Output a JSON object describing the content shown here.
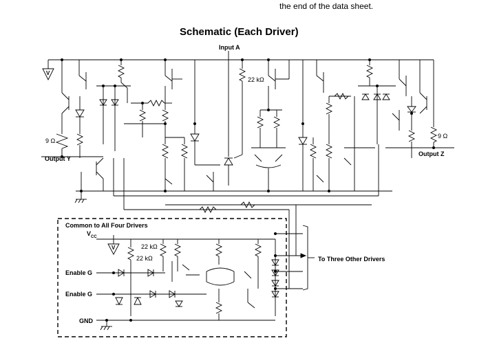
{
  "header_note": "the end of the data sheet.",
  "title": "Schematic (Each Driver)",
  "labels": {
    "input_a": "Input A",
    "output_y": "Output Y",
    "output_z": "Output Z",
    "res_9_left": "9 Ω",
    "res_9_right": "9 Ω",
    "res_22k_top": "22 kΩ",
    "res_22k_a": "22 kΩ",
    "res_22k_b": "22 kΩ",
    "common_box": "Common to All Four Drivers",
    "vcc": "V",
    "vcc_sub": "CC",
    "enable_g1": "Enable G",
    "enable_g2": "Enable G",
    "gnd": "GND",
    "to_other": "To Three Other Drivers",
    "v_symbol": "V"
  }
}
